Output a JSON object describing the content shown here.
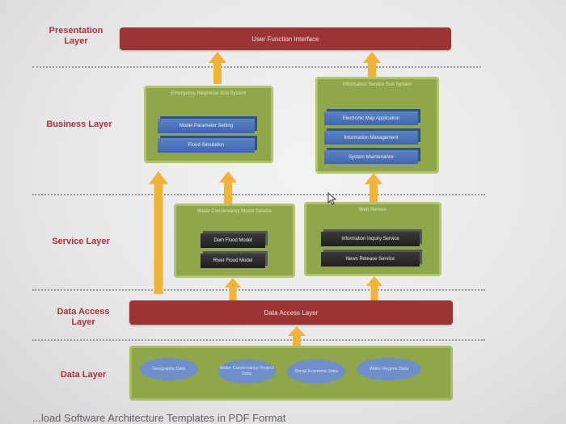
{
  "layers": {
    "presentation": "Presentation Layer",
    "business": "Business Layer",
    "service": "Service Layer",
    "data_access": "Data Access Layer",
    "data": "Data Layer"
  },
  "presentation_bar": "User Function Interface",
  "business": {
    "emergency": {
      "title": "Emergency Response Sub System",
      "items": [
        "Model Parameter Setting",
        "Flood Simulation"
      ]
    },
    "information": {
      "title": "Information Service Sub System",
      "items": [
        "Electronic Map Application",
        "Information Management",
        "System Maintenance"
      ]
    }
  },
  "service": {
    "water_model": {
      "title": "Water Conservancy Model Service",
      "items": [
        "Dam Flood Model",
        "River Flood Model"
      ]
    },
    "web": {
      "title": "Web Service",
      "items": [
        "Information Inquiry Service",
        "News Release Service"
      ]
    }
  },
  "data_access_bar": "Data Access Layer",
  "data_sources": [
    "Geography Data",
    "Water Conservancy Project Data",
    "Social Economic Data",
    "Water Regime Data"
  ],
  "footer": "...load Software Architecture Templates in PDF Format",
  "colors": {
    "label": "#a8323a",
    "bar": "#9b3535",
    "green": "#8fa64a",
    "blue": "#3f67ad",
    "dark": "#1f1f1f",
    "arrow": "#f2b33a"
  }
}
